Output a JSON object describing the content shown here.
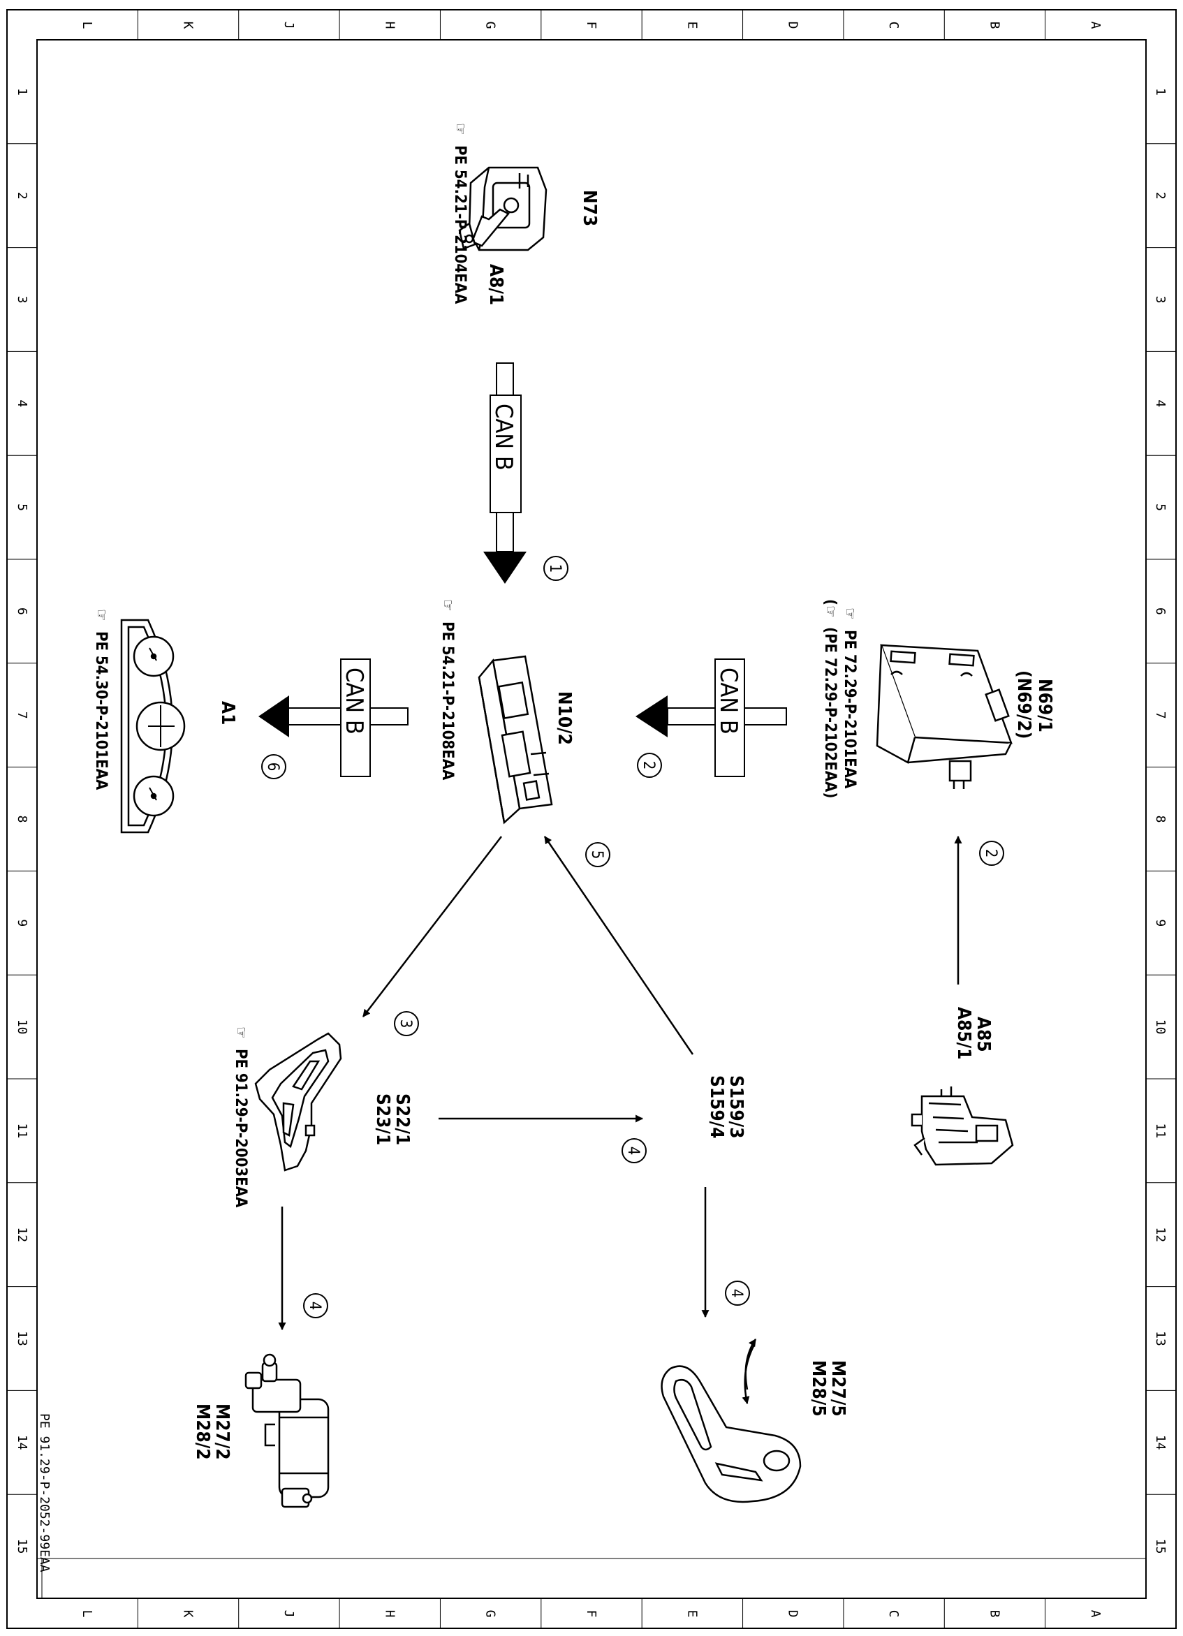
{
  "frame": {
    "column_letters": [
      "L",
      "K",
      "J",
      "H",
      "G",
      "F",
      "E",
      "D",
      "C",
      "B",
      "A"
    ],
    "row_numbers": [
      "1",
      "2",
      "3",
      "4",
      "5",
      "6",
      "7",
      "8",
      "9",
      "10",
      "11",
      "12",
      "13",
      "14",
      "15"
    ],
    "doc_ref": "PE 91.29-P-2052-99EAA"
  },
  "components": {
    "n73": {
      "labels": [
        "N73",
        "A8/1"
      ],
      "ref": "PE 54.21-P-2104EAA",
      "icon": "ignition-lock-icon"
    },
    "n10_2": {
      "labels": [
        "N10/2"
      ],
      "ref": "PE 54.21-P-2108EAA",
      "icon": "control-module-icon"
    },
    "n69_1": {
      "labels": [
        "N69/1",
        "(N69/2)"
      ],
      "refs": [
        "PE 72.29-P-2101EAA",
        "(PE 72.29-P-2102EAA)"
      ],
      "icon": "door-control-module-icon"
    },
    "a1": {
      "labels": [
        "A1"
      ],
      "ref": "PE 54.30-P-2101EAA",
      "icon": "instrument-cluster-icon"
    },
    "a85": {
      "labels": [
        "A85",
        "A85/1"
      ],
      "icon": "door-lock-actuator-icon"
    },
    "s22_1": {
      "labels": [
        "S22/1",
        "S23/1"
      ],
      "ref": "PE 91.29-P-2003EAA",
      "icon": "seat-switch-icon"
    },
    "s159_3": {
      "labels": [
        "S159/3",
        "S159/4"
      ]
    },
    "m27_5": {
      "labels": [
        "M27/5",
        "M28/5"
      ],
      "icon": "seat-adjust-lever-icon"
    },
    "m27_2": {
      "labels": [
        "M27/2",
        "M28/2"
      ],
      "icon": "motor-icon"
    }
  },
  "buses": {
    "can_b": "CAN B"
  },
  "steps": {
    "s1": "1",
    "s2a": "2",
    "s2b": "2",
    "s3": "3",
    "s4a": "4",
    "s4b": "4",
    "s4c": "4",
    "s5": "5",
    "s6": "6"
  }
}
